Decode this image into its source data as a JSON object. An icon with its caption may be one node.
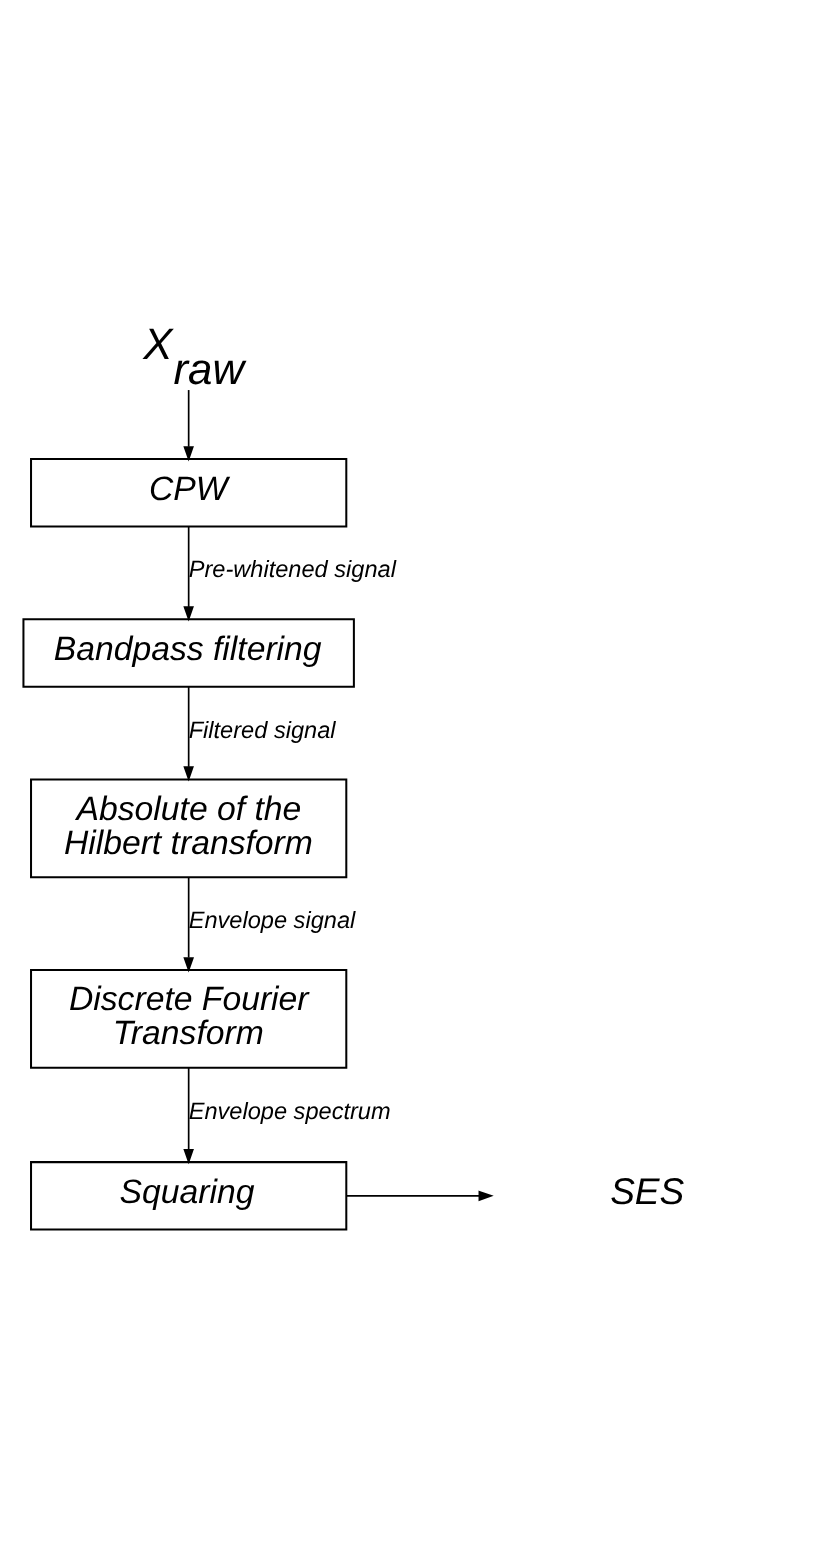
{
  "diagram": {
    "nodes": [
      {
        "text": [
          "X$_{raw}$"
        ]
      },
      {
        "text": [
          "CPW"
        ]
      },
      {
        "text": [
          "Bandpass filtering"
        ]
      },
      {
        "text": [
          "Absolute of the Hilbert transform"
        ]
      },
      {
        "text": [
          "Discrete Fourier Transform"
        ]
      },
      {
        "text": [
          "Squaring"
        ]
      },
      {
        "text": [
          "SES"
        ]
      }
    ],
    "edges": [
      {
        "from": 0,
        "to": 1,
        "arrow": "to"
      },
      {
        "from": 1,
        "to": 2,
        "arrow": "to",
        "label": "Pre-whitened signal"
      },
      {
        "from": 2,
        "to": 3,
        "arrow": "to",
        "label": "Filtered signal"
      },
      {
        "from": 3,
        "to": 4,
        "arrow": "to",
        "label": "Envelope signal"
      },
      {
        "from": 4,
        "to": 5,
        "arrow": "to",
        "label": "Envelope spectrum"
      },
      {
        "from": 5,
        "to": 6,
        "arrow": "to"
      }
    ]
  }
}
